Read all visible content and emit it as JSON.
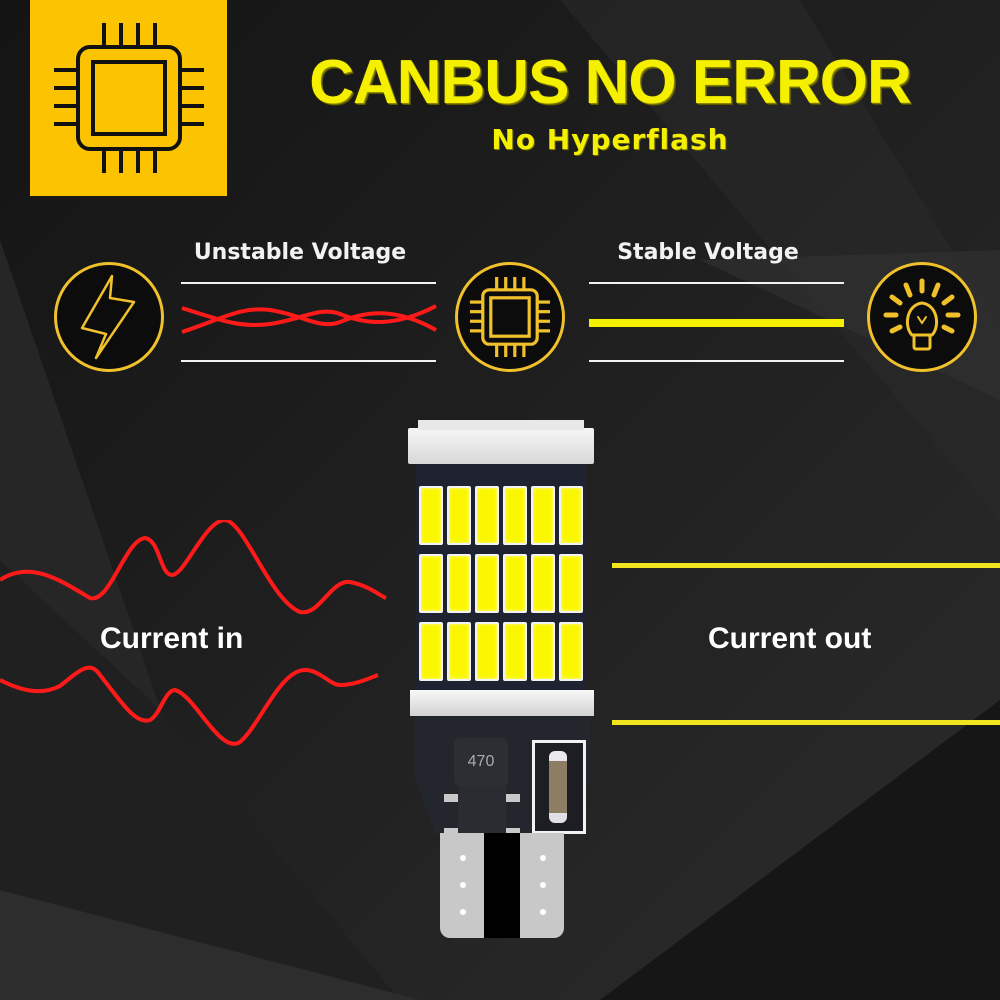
{
  "header": {
    "title": "CANBUS NO ERROR",
    "subtitle": "No Hyperflash",
    "badge_icon": "cpu-chip-icon",
    "badge_color": "#fcc300"
  },
  "comparison": {
    "unstable": {
      "label": "Unstable Voltage",
      "icon": "lightning-bolt-icon",
      "line_color": "#ff1a1a"
    },
    "middle": {
      "icon": "cpu-chip-icon"
    },
    "stable": {
      "label": "Stable Voltage",
      "icon": "light-bulb-icon",
      "line_color": "#f5f000"
    }
  },
  "product": {
    "component_marking": "470",
    "led_rows": 3,
    "led_columns": 6
  },
  "current": {
    "in_label": "Current in",
    "out_label": "Current out",
    "in_wave_color": "#ff1a1a",
    "out_line_color": "#f0e51f"
  },
  "colors": {
    "accent_yellow": "#f5f000",
    "ring_gold": "#f0c12a",
    "background": "#1c1c1c"
  }
}
